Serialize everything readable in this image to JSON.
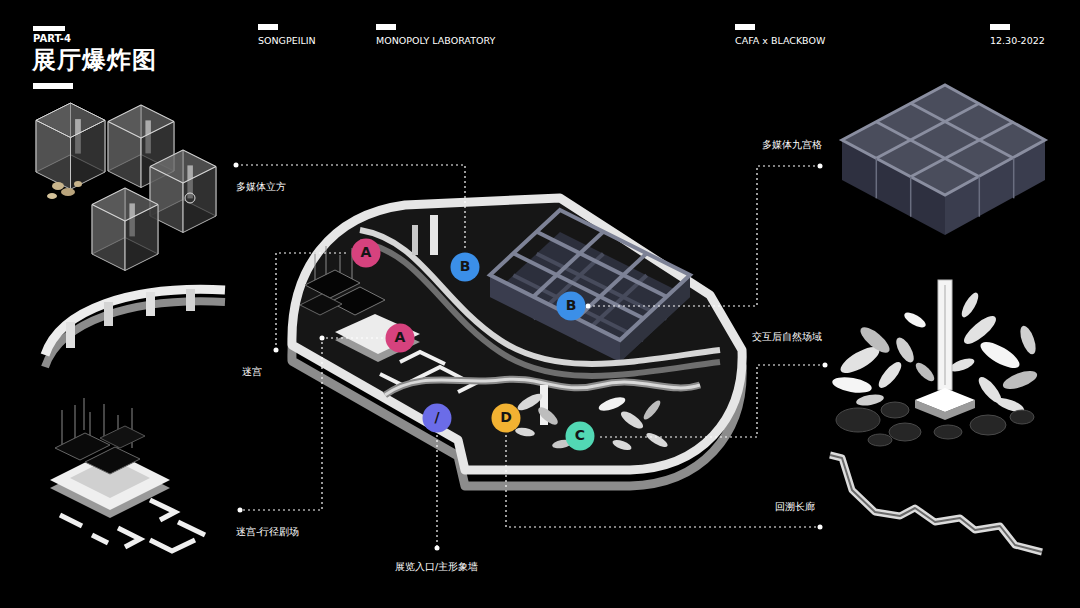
{
  "diagram": {
    "title": "展厅爆炸图",
    "nodes": [
      {
        "text": [
          "A"
        ]
      },
      {
        "text": [
          "B"
        ]
      },
      {
        "text": [
          "B"
        ]
      },
      {
        "text": [
          "A"
        ]
      },
      {
        "text": [
          "/"
        ]
      },
      {
        "text": [
          "D"
        ]
      },
      {
        "text": [
          "C"
        ]
      }
    ],
    "labels": [
      "PART-4",
      "SONGPEILIN",
      "MONOPOLY LABORATORY",
      "CAFA x BLACKBOW",
      "12.30-2022",
      "多媒体立方",
      "迷宫",
      "迷宫-行径剧场",
      "展览入口/主形象墙",
      "多媒体九宫格",
      "交互后自然场域",
      "回溯长廊"
    ]
  }
}
